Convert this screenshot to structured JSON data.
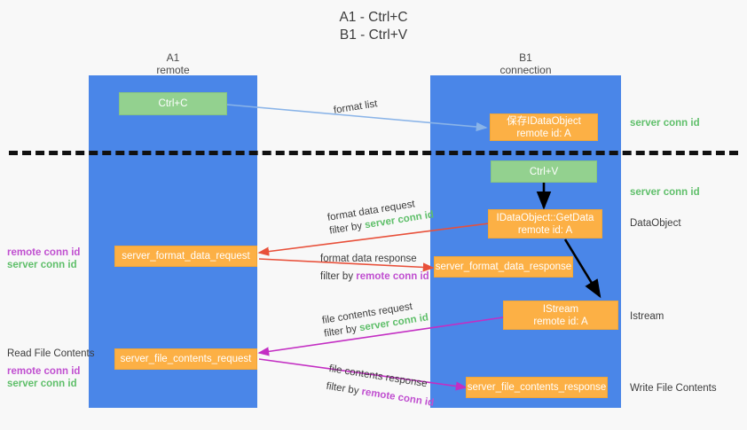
{
  "title": {
    "line1": "A1 - Ctrl+C",
    "line2": "B1 - Ctrl+V"
  },
  "colors": {
    "lane": "#4a86e8",
    "green_node": "#93d18f",
    "orange_node": "#fcb045",
    "server_conn_id": "#5fbf6a",
    "remote_conn_id": "#c04fd0",
    "divider": "#111111",
    "arrow_format_list": "#8ab4e8",
    "arrow_format_data": "#e8503a",
    "arrow_file_contents": "#c32ec3",
    "arrow_internal": "#000000"
  },
  "lanes": [
    {
      "id": "a1",
      "title": "A1",
      "subtitle": "remote"
    },
    {
      "id": "b1",
      "title": "B1",
      "subtitle": "connection"
    }
  ],
  "nodes": [
    {
      "id": "ctrl-c",
      "line1": "Ctrl+C",
      "line2": "",
      "style": "green"
    },
    {
      "id": "save-idataobject",
      "line1": "保存IDataObject",
      "line2": "remote id: A",
      "style": "orange"
    },
    {
      "id": "ctrl-v",
      "line1": "Ctrl+V",
      "line2": "",
      "style": "green"
    },
    {
      "id": "idataobject-getdata",
      "line1": "IDataObject::GetData",
      "line2": "remote id: A",
      "style": "orange"
    },
    {
      "id": "server-format-data-request",
      "line1": "server_format_data_request",
      "line2": "",
      "style": "orange"
    },
    {
      "id": "server-format-data-response",
      "line1": "server_format_data_response",
      "line2": "",
      "style": "orange"
    },
    {
      "id": "istream",
      "line1": "IStream",
      "line2": "remote id: A",
      "style": "orange"
    },
    {
      "id": "server-file-contents-request",
      "line1": "server_file_contents_request",
      "line2": "",
      "style": "orange"
    },
    {
      "id": "server-file-contents-response",
      "line1": "server_file_contents_response",
      "line2": "",
      "style": "orange"
    }
  ],
  "edges": [
    {
      "id": "format-list",
      "label": "format list",
      "filter_prefix": "",
      "filter_key": ""
    },
    {
      "id": "format-data-request",
      "label": "format data request",
      "filter_prefix": "filter by",
      "filter_key": "server conn id"
    },
    {
      "id": "format-data-response",
      "label": "format data response",
      "filter_prefix": "filter by",
      "filter_key": "remote conn id"
    },
    {
      "id": "file-contents-request",
      "label": "file contents request",
      "filter_prefix": "filter by",
      "filter_key": "server conn id"
    },
    {
      "id": "file-contents-response",
      "label": "file contents response",
      "filter_prefix": "filter by",
      "filter_key": "remote conn id"
    }
  ],
  "side_right": [
    {
      "id": "server-conn-id-top",
      "text": "server conn id",
      "kind": "server"
    },
    {
      "id": "server-conn-id-second",
      "text": "server conn id",
      "kind": "server"
    },
    {
      "id": "dataobject",
      "text": "DataObject",
      "kind": "plain"
    },
    {
      "id": "istream-label",
      "text": "Istream",
      "kind": "plain"
    },
    {
      "id": "write-file-contents",
      "text": "Write File Contents",
      "kind": "plain"
    }
  ],
  "side_left": [
    {
      "id": "left-group-1-remote",
      "text": "remote conn id",
      "kind": "remote"
    },
    {
      "id": "left-group-1-server",
      "text": "server conn id",
      "kind": "server"
    },
    {
      "id": "read-file-contents",
      "text": "Read File Contents",
      "kind": "plain"
    },
    {
      "id": "left-group-2-remote",
      "text": "remote conn id",
      "kind": "remote"
    },
    {
      "id": "left-group-2-server",
      "text": "server conn id",
      "kind": "server"
    }
  ]
}
